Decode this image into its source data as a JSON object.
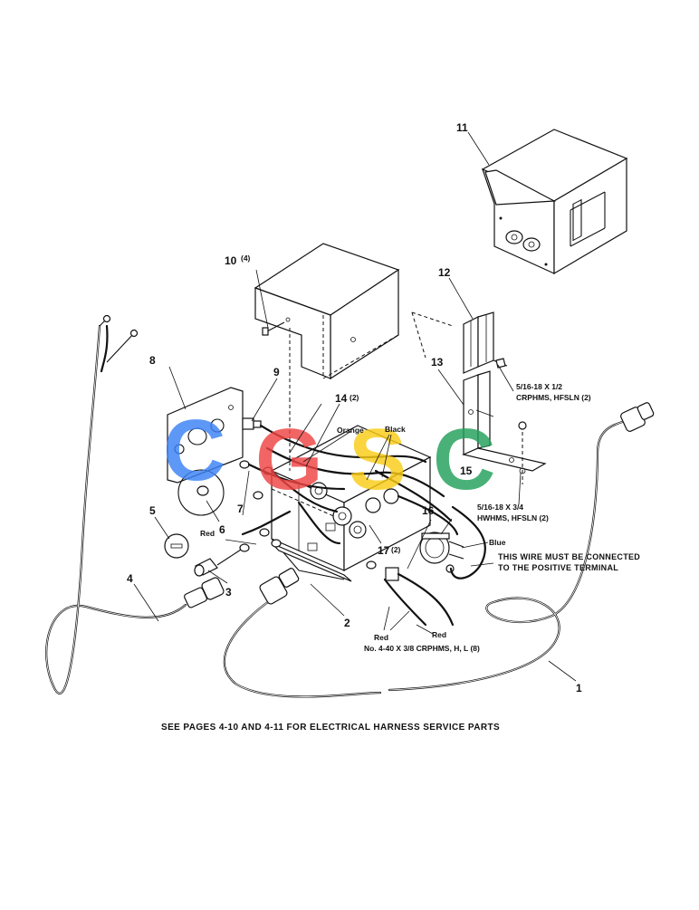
{
  "callouts": {
    "c1": "1",
    "c2": "2",
    "c3": "3",
    "c4": "4",
    "c5": "5",
    "c6": "6",
    "c7": "7",
    "c8": "8",
    "c9": "9",
    "c10": "10",
    "c10q": "(4)",
    "c11": "11",
    "c12": "12",
    "c13": "13",
    "c14": "14",
    "c14q": "(2)",
    "c15": "15",
    "c16": "16",
    "c17": "17",
    "c17q": "(2)"
  },
  "wire_labels": {
    "orange": "Orange",
    "black": "Black",
    "red_left": "Red",
    "red_bottom_1": "Red",
    "red_bottom_2": "Red",
    "blue": "Blue"
  },
  "hardware": {
    "screw_12_line1": "5/16-18 X 1/2",
    "screw_12_line2": "CRPHMS, HFSLN (2)",
    "screw_13_line1": "5/16-18 X 3/4",
    "screw_13_line2": "HWHMS, HFSLN (2)",
    "screw_16": "No. 4-40 X 3/8 CRPHMS, H, L (8)"
  },
  "notes": {
    "positive_line1": "THIS WIRE MUST BE CONNECTED",
    "positive_line2": "TO THE POSITIVE TERMINAL"
  },
  "footer": "SEE PAGES 4-10 AND 4-11 FOR ELECTRICAL HARNESS SERVICE PARTS",
  "watermark": {
    "text": "CGSC",
    "letters": [
      "C",
      "G",
      "S",
      "C"
    ],
    "colors": [
      "#3b82f6",
      "#ef4444",
      "#facc15",
      "#22a05a"
    ]
  }
}
